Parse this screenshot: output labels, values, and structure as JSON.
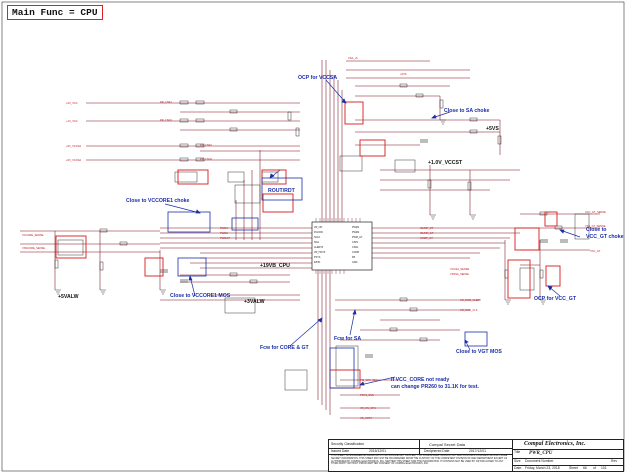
{
  "page_title": "Main Func = CPU",
  "rails": {
    "v5s": "+5VS",
    "v1_0_vccst": "+1.0V_VCCST",
    "vbr_cpu": "+19VB_CPU",
    "v5valw_left": "+5VALW",
    "v3valw": "+3VALW"
  },
  "notes": {
    "ocp_vccsa": "OCP for VCCSA",
    "close_sa_choke": "Close to SA choke",
    "close_vccore1_choke": "Close to VCCORE1 choke",
    "rout_rdt": "ROUT/RDT",
    "close_vcc_gt_choke_1": "Close to",
    "close_vcc_gt_choke_2": "VCC_GT choke",
    "close_vccore1_mos": "Close to VCCORE1 MOS",
    "fcw_core_gt": "Fcw for CORE & GT",
    "fcw_sa": "Fcw for SA",
    "close_vgt_mos": "Close to VGT MOS",
    "ocp_vcc_gt": "OCP for VCC_GT",
    "vcc_core_note_1": "If VCC_CORE not ready",
    "vcc_core_note_2": "can change PR260 to 31.1K for test."
  },
  "title_block": {
    "security_label": "Security Classification",
    "security_value": "Compal Secret Data",
    "issued_label": "Issued Date",
    "issued_value": "2016/12/01",
    "deciphered_label": "Deciphered Date",
    "deciphered_value": "2017/12/01",
    "company": "Compal Electronics, Inc.",
    "title_label": "Title",
    "title_value": "PWR_CPU",
    "size_label": "Size",
    "doc_label": "Document Number",
    "rev_label": "Rev",
    "date_label": "Date:",
    "date_value": "Friday, March 23, 2018",
    "sheet_label": "Sheet",
    "sheet_of": "of",
    "sheet_num": "66",
    "sheet_total": "101",
    "disclaimer": "THIS SHEET OF ENGINEERING DRAWING IS THE PROPRIETARY PROPERTY OF COMPAL ELECTRONICS, INC. AND CONTAINS CONFIDENTIAL AND TRADE SECRET INFORMATION. THIS SHEET MAY NOT BE TRANSFERED FROM THE CUSTODY OF THE COMPETENT DIVISION OF R&D DEPARTMENT EXCEPT AS AUTHORIZED BY COMPAL ELECTRONICS, INC. NEITHER THIS SHEET NOR THE INFORMATION IT CONTAINS MAY BE USED BY OR DISCLOSED TO ANY THIRD PARTY WITHOUT PRIOR WRITTEN CONSENT OF COMPAL ELECTRONICS, INC."
  },
  "colors": {
    "wire": "#7a0f1c",
    "net_label": "#c0151f",
    "note": "#1a2ea8",
    "highlight": "#d81b1b",
    "component": "#222222"
  }
}
